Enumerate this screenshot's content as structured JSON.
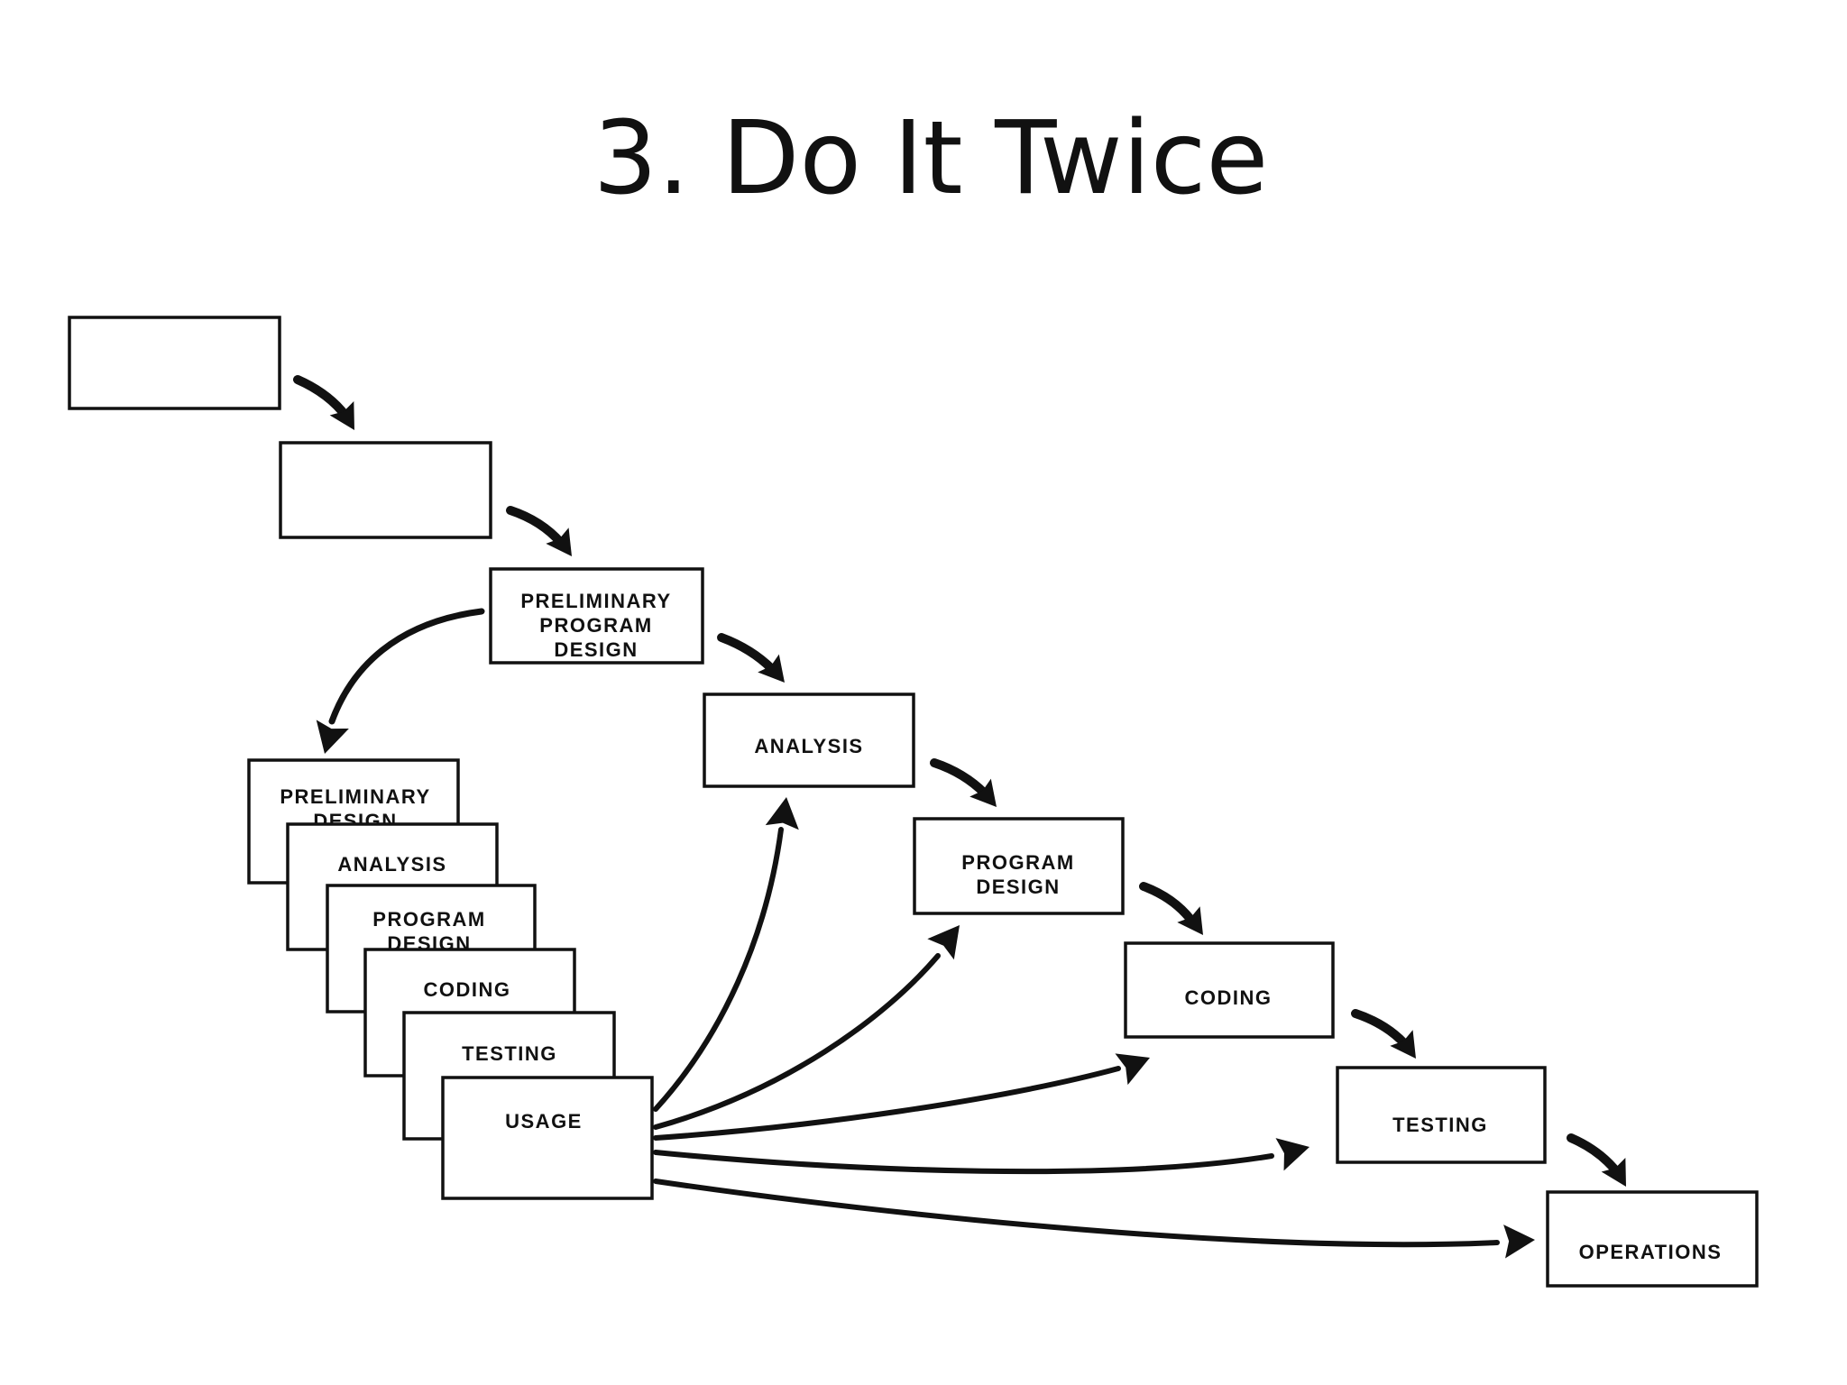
{
  "title": "3. Do It Twice",
  "colors": {
    "ink": "#111111",
    "background": "#ffffff"
  },
  "main_sequence": [
    {
      "id": "main-blank-1",
      "lines": []
    },
    {
      "id": "main-blank-2",
      "lines": []
    },
    {
      "id": "main-preliminary-program-design",
      "lines": [
        "PRELIMINARY",
        "PROGRAM",
        "DESIGN"
      ]
    },
    {
      "id": "main-analysis",
      "lines": [
        "ANALYSIS"
      ]
    },
    {
      "id": "main-program-design",
      "lines": [
        "PROGRAM",
        "DESIGN"
      ]
    },
    {
      "id": "main-coding",
      "lines": [
        "CODING"
      ]
    },
    {
      "id": "main-testing",
      "lines": [
        "TESTING"
      ]
    },
    {
      "id": "main-operations",
      "lines": [
        "OPERATIONS"
      ]
    }
  ],
  "pilot_stack": [
    {
      "id": "pilot-preliminary-design",
      "lines": [
        "PRELIMINARY",
        "DESIGN"
      ]
    },
    {
      "id": "pilot-analysis",
      "lines": [
        "ANALYSIS"
      ]
    },
    {
      "id": "pilot-program-design",
      "lines": [
        "PROGRAM",
        "DESIGN"
      ]
    },
    {
      "id": "pilot-coding",
      "lines": [
        "CODING"
      ]
    },
    {
      "id": "pilot-testing",
      "lines": [
        "TESTING"
      ]
    },
    {
      "id": "pilot-usage",
      "lines": [
        "USAGE"
      ]
    }
  ],
  "connections": [
    {
      "from": "main-blank-1",
      "to": "main-blank-2"
    },
    {
      "from": "main-blank-2",
      "to": "main-preliminary-program-design"
    },
    {
      "from": "main-preliminary-program-design",
      "to": "main-analysis"
    },
    {
      "from": "main-analysis",
      "to": "main-program-design"
    },
    {
      "from": "main-program-design",
      "to": "main-coding"
    },
    {
      "from": "main-coding",
      "to": "main-testing"
    },
    {
      "from": "main-testing",
      "to": "main-operations"
    },
    {
      "from": "main-preliminary-program-design",
      "to": "pilot-preliminary-design"
    },
    {
      "from": "pilot-usage",
      "to": "main-analysis"
    },
    {
      "from": "pilot-usage",
      "to": "main-program-design"
    },
    {
      "from": "pilot-usage",
      "to": "main-coding"
    },
    {
      "from": "pilot-usage",
      "to": "main-testing"
    },
    {
      "from": "pilot-usage",
      "to": "main-operations"
    }
  ]
}
